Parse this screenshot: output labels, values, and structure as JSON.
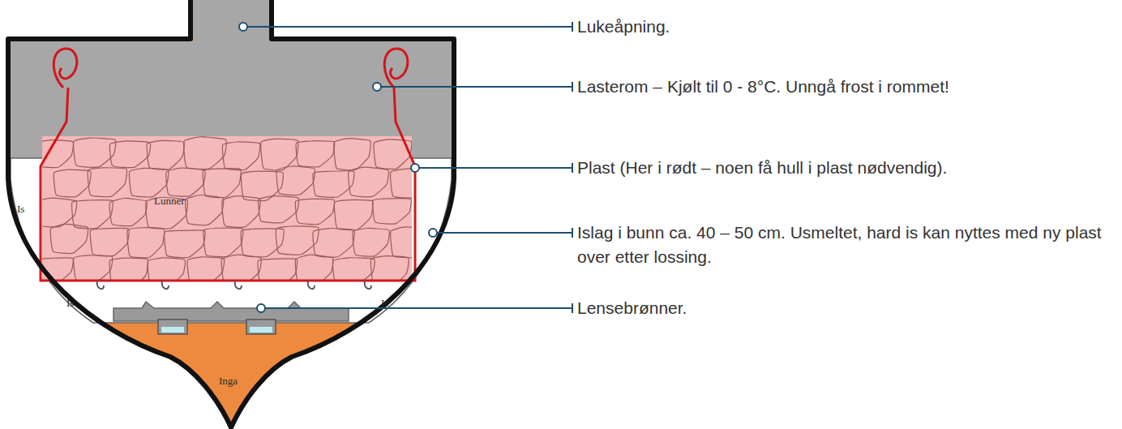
{
  "diagram": {
    "labels": [
      "Lukeåpning.",
      "Lasterom – Kjølt til 0 - 8°C. Unngå frost i rommet!",
      "Plast (Her i rødt – noen få hull i plast nødvendig).",
      "Islag i bunn ca. 40 – 50 cm. Usmeltet, hard is kan nyttes med ny plast over etter lossing.",
      "Lensebrønner.",
      "Lunner",
      "Is",
      "Is",
      "Is",
      "Inga"
    ]
  }
}
